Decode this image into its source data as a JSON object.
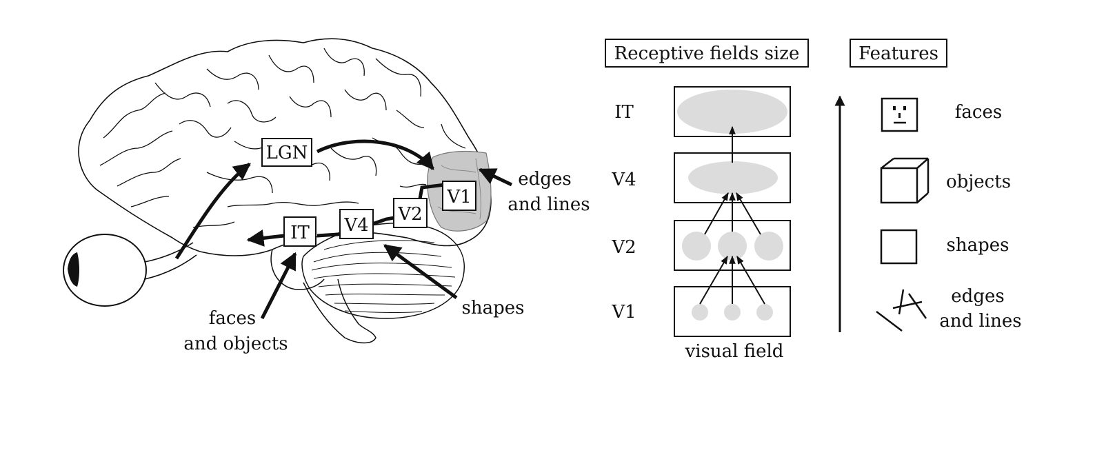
{
  "brain": {
    "labels": {
      "lgn": "LGN",
      "v1": "V1",
      "v2": "V2",
      "v4": "V4",
      "it": "IT"
    },
    "annotations": {
      "edges_line1": "edges",
      "edges_line2": "and lines",
      "shapes": "shapes",
      "faces_line1": "faces",
      "faces_line2": "and objects"
    }
  },
  "receptive": {
    "header": "Receptive fields size",
    "levels": [
      "IT",
      "V4",
      "V2",
      "V1"
    ],
    "footer": "visual field"
  },
  "features": {
    "header": "Features",
    "items": [
      {
        "icon": "face-icon",
        "label_lines": [
          "faces"
        ]
      },
      {
        "icon": "cube-icon",
        "label_lines": [
          "objects"
        ]
      },
      {
        "icon": "square-icon",
        "label_lines": [
          "shapes"
        ]
      },
      {
        "icon": "edges-lines-icon",
        "label_lines": [
          "edges",
          "and lines"
        ]
      }
    ]
  },
  "colors": {
    "line": "#111111",
    "field_fill": "#dcdcdc",
    "v1_region": "#c8c8c8"
  }
}
